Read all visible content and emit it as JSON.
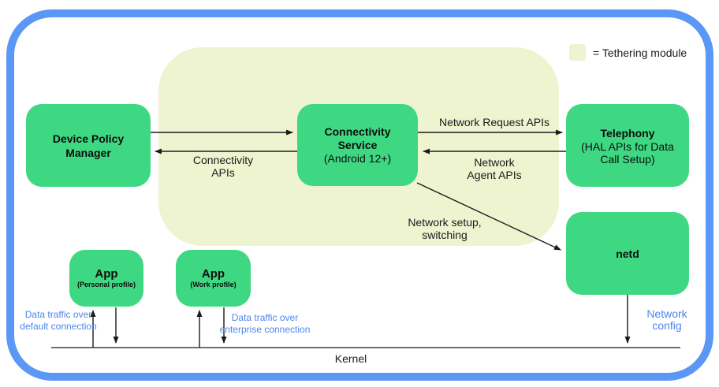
{
  "legend": {
    "label": "= Tethering module"
  },
  "colors": {
    "frame_blue": "#5b97f5",
    "node_green": "#3ed882",
    "tethering_module_bg": "#eef3d0",
    "traffic_label_blue": "#4e86ec",
    "arrow_black": "#1b1b1b"
  },
  "nodes": {
    "device_policy_manager": {
      "title": "Device Policy Manager"
    },
    "connectivity_service": {
      "title": "Connectivity Service",
      "subtitle": "(Android 12+)"
    },
    "telephony": {
      "title": "Telephony",
      "subtitle": "(HAL APIs for Data Call Setup)"
    },
    "netd": {
      "title": "netd"
    },
    "app_personal": {
      "title": "App",
      "subtitle": "(Personal profile)"
    },
    "app_work": {
      "title": "App",
      "subtitle": "(Work profile)"
    }
  },
  "edge_labels": {
    "connectivity_apis": "Connectivity APIs",
    "network_request_apis": "Network Request APIs",
    "network_agent_apis": "Network Agent APIs",
    "network_setup_switching": "Network setup, switching",
    "data_traffic_default": "Data traffic over default connection",
    "data_traffic_enterprise": "Data traffic over enterprise connection",
    "network_config": "Network config"
  },
  "kernel_label": "Kernel"
}
